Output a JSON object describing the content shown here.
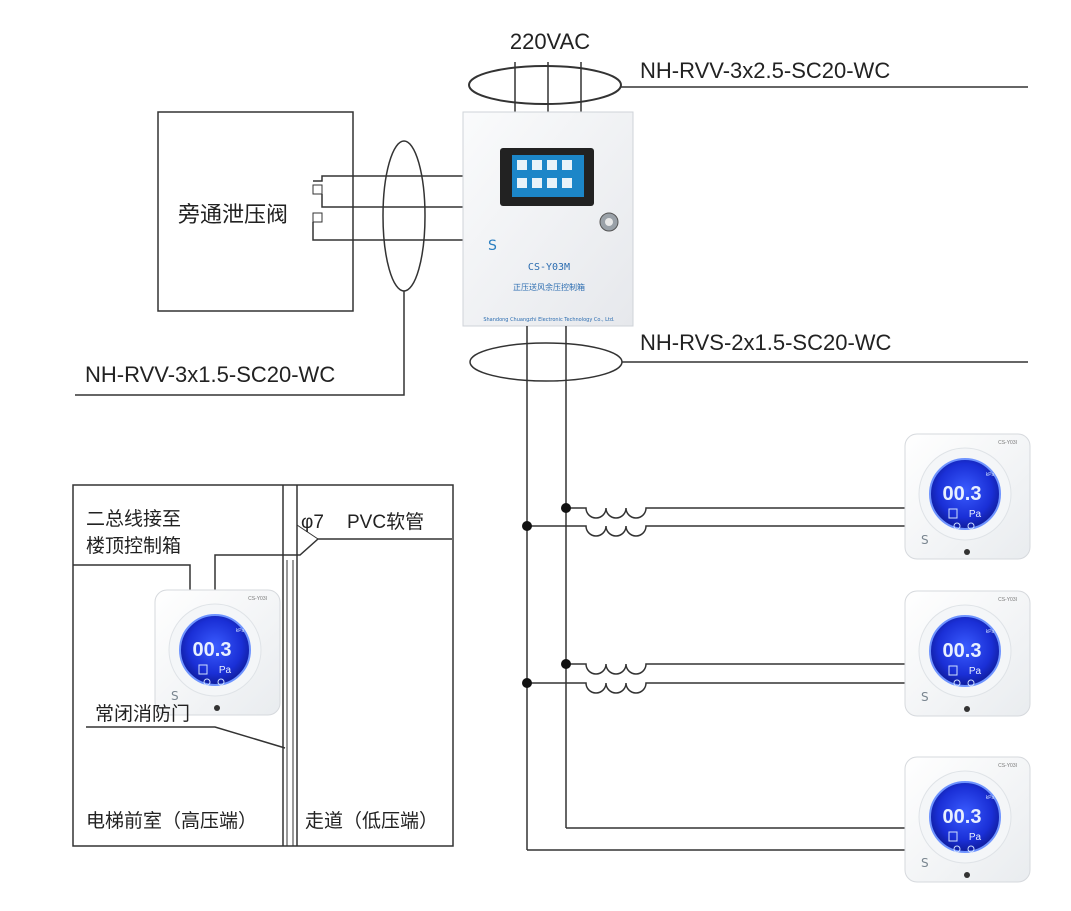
{
  "labels": {
    "power": "220VAC",
    "power_cable": "NH-RVV-3x2.5-SC20-WC",
    "valve_cable": "NH-RVV-3x1.5-SC20-WC",
    "bus_cable": "NH-RVS-2x1.5-SC20-WC",
    "valve": "旁通泄压阀",
    "bus_note_line1": "二总线接至",
    "bus_note_line2": "楼顶控制箱",
    "pipe_size": "φ7",
    "pipe": "PVC软管",
    "door": "常闭消防门",
    "high_side": "电梯前室（高压端）",
    "low_side": "走道（低压端）"
  },
  "cabinet": {
    "model": "CS-Y03M",
    "name": "正压送风余压控制箱",
    "company": "Shandong Chuangzhi Electronic Technology Co., Ltd."
  },
  "sensor": {
    "model": "CS-Y03I",
    "reading": "00.3",
    "unit": "Pa",
    "side_text": "kPa"
  },
  "colors": {
    "line": "#333333",
    "lcd_blue": "#1a2fd6",
    "lcd_ring": "#5b8cff",
    "cabinet_body": "#f2f3f5",
    "screen_bg": "#1c86c8"
  }
}
